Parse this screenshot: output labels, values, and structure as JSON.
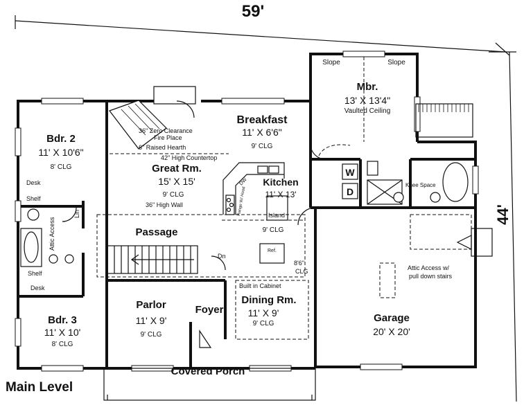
{
  "overall_width": "59'",
  "overall_depth": "44'",
  "level_label": "Main Level",
  "rooms": {
    "mbr": {
      "name": "Mbr.",
      "size": "13' X 13'4\"",
      "note": "Vaulted Ceiling",
      "slope_left": "Slope",
      "slope_right": "Slope"
    },
    "breakfast": {
      "name": "Breakfast",
      "size": "11' X 6'6\"",
      "clg": "9' CLG"
    },
    "bdr2": {
      "name": "Bdr. 2",
      "size": "11' X 10'6\"",
      "clg": "8' CLG"
    },
    "great": {
      "name": "Great Rm.",
      "size": "15' X 15'",
      "clg": "9' CLG"
    },
    "kitchen": {
      "name": "Kitchen",
      "size": "11' X 13'",
      "clg": "9' CLG"
    },
    "passage": {
      "name": "Passage"
    },
    "parlor": {
      "name": "Parlor",
      "size": "11' X 9'",
      "clg": "9' CLG"
    },
    "foyer": {
      "name": "Foyer"
    },
    "dining": {
      "name": "Dining Rm.",
      "size": "11' X 9'",
      "clg": "9' CLG"
    },
    "bdr3": {
      "name": "Bdr. 3",
      "size": "11' X 10'",
      "clg": "8' CLG"
    },
    "garage": {
      "name": "Garage",
      "size": "20' X 20'"
    },
    "porch": {
      "name": "Covered Porch"
    }
  },
  "notes": {
    "fireplace_1": "36\" Zero Clearance",
    "fireplace_2": "Fire Place",
    "hearth": "6\" Raised Hearth",
    "countertop": "42\" High Countertop",
    "high_wall": "36\" High Wall",
    "island": "Island",
    "dw": "DW",
    "range": "Range W/ Hood",
    "ref": "Ref.",
    "dn": "Dn",
    "clg_86": "8'6\"",
    "clg_label": "CLG",
    "built_in": "Built in Cabinet",
    "desk_top": "Desk",
    "shelf_top": "Shelf",
    "shelf_bottom": "Shelf",
    "desk_bottom": "Desk",
    "attic_access": "Attic Access",
    "lin": "Lin",
    "washer": "W",
    "dryer": "D",
    "knee_space": "Knee Space",
    "attic_stairs_1": "Attic Access w/",
    "attic_stairs_2": "pull down stairs"
  }
}
